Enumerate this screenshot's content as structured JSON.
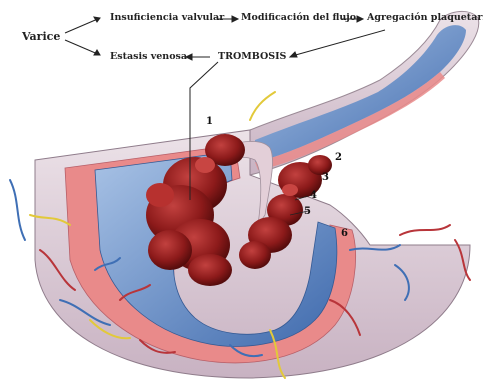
{
  "flowchart": {
    "root": "Varice",
    "nodes": {
      "insuficiencia": "Insuficiencia valvular",
      "modificacion": "Modificación del flujo",
      "agregacion": "Agregación plaquetaria",
      "estasis": "Estasis venosa",
      "trombosis": "TROMBOSIS"
    }
  },
  "labels": [
    "1",
    "2",
    "3",
    "4",
    "5",
    "6"
  ],
  "colors": {
    "outer_tissue": "#d9c8d2",
    "muscle_pink": "#e98a8a",
    "endothelium_blue": "#5d86c4",
    "thrombus_red": "#8c1a1a"
  }
}
